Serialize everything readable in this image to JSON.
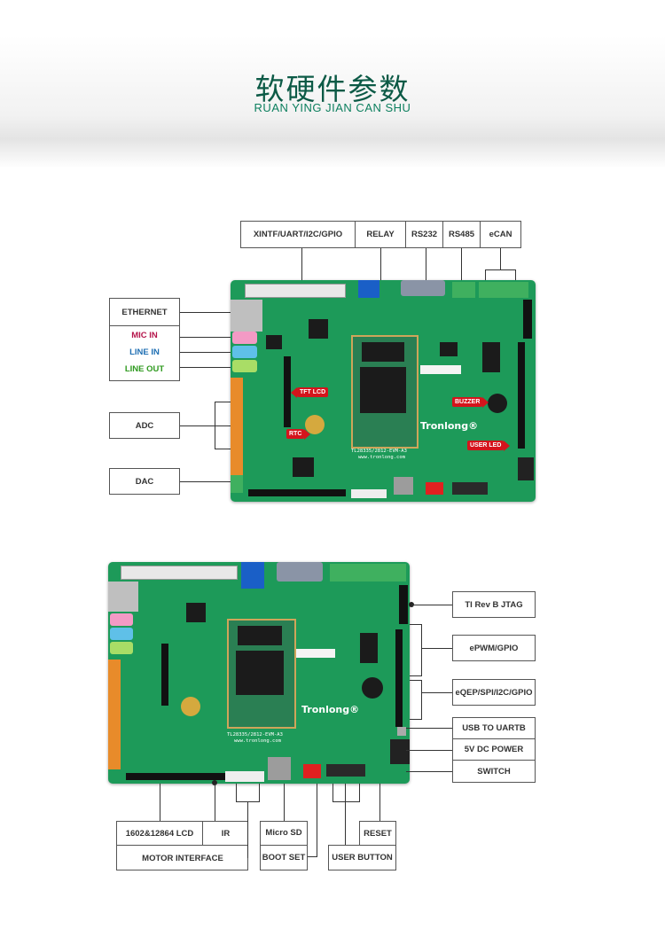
{
  "header": {
    "title_cn": "软硬件参数",
    "title_en": "RUAN YING JIAN CAN SHU"
  },
  "board_silkscreen": {
    "model": "TL28335/2812-EVM-A3",
    "url": "www.tronlong.com",
    "brand": "Tronlong®"
  },
  "top_view": {
    "top_labels": [
      "XINTF/UART/I2C/GPIO",
      "RELAY",
      "RS232",
      "RS485",
      "eCAN"
    ],
    "left_labels": {
      "ethernet": "ETHERNET",
      "mic_in": "MIC IN",
      "line_in": "LINE IN",
      "line_out": "LINE OUT",
      "adc": "ADC",
      "dac": "DAC"
    },
    "board_tags": {
      "tft_lcd": "TFT LCD",
      "rtc": "RTC",
      "buzzer": "BUZZER",
      "user_led": "USER LED"
    }
  },
  "bottom_view": {
    "right_labels": [
      "TI Rev B JTAG",
      "ePWM/GPIO",
      "eQEP/SPI/I2C/GPIO",
      "USB TO UARTB",
      "5V DC POWER",
      "SWITCH"
    ],
    "bottom_labels": {
      "lcd": "1602&12864 LCD",
      "ir": "IR",
      "motor": "MOTOR INTERFACE",
      "micro_sd": "Micro SD",
      "boot_set": "BOOT SET",
      "user_button": "USER BUTTON",
      "reset": "RESET"
    }
  },
  "colors": {
    "title": "#0c5a46",
    "subtitle": "#0c7f5e",
    "mic_in": "#b5154b",
    "line_in": "#1f6fb3",
    "line_out": "#2f9a1f",
    "board_green": "#1d9a59",
    "tag_red": "#d4141c"
  }
}
